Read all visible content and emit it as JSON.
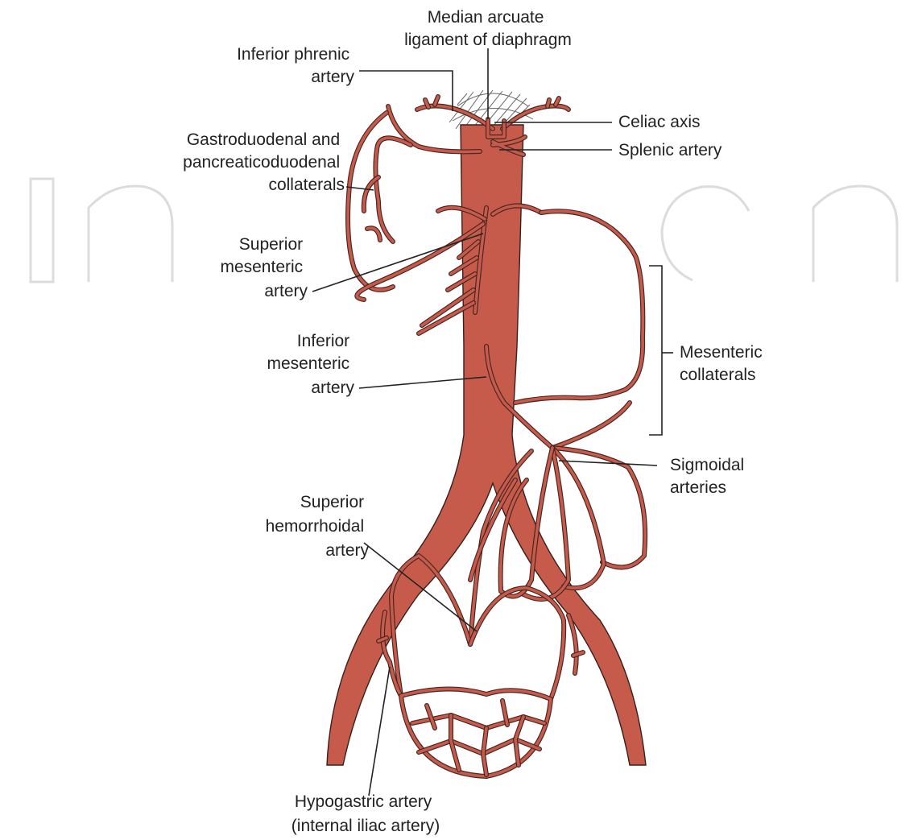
{
  "colors": {
    "artery": "#c65b4b",
    "artery_dark": "#3a1e1a",
    "label_text": "#222222",
    "background": "#ffffff",
    "watermark": "#dcdcdc"
  },
  "labels": {
    "median_arcuate": [
      "Median arcuate",
      "ligament of diaphragm"
    ],
    "inferior_phrenic": [
      "Inferior phrenic",
      "artery"
    ],
    "celiac_axis": [
      "Celiac axis"
    ],
    "splenic_artery": [
      "Splenic artery"
    ],
    "gastroduodenal": [
      "Gastroduodenal and",
      "pancreaticoduodenal",
      "collaterals"
    ],
    "superior_mesenteric": [
      "Superior",
      "mesenteric",
      "artery"
    ],
    "inferior_mesenteric": [
      "Inferior",
      "mesenteric",
      "artery"
    ],
    "mesenteric_collaterals": [
      "Mesenteric",
      "collaterals"
    ],
    "sigmoidal_arteries": [
      "Sigmoidal",
      "arteries"
    ],
    "superior_hemorrhoidal": [
      "Superior",
      "hemorrhoidal",
      "artery"
    ],
    "hypogastric": [
      "Hypogastric artery",
      "(internal iliac artery)"
    ]
  }
}
